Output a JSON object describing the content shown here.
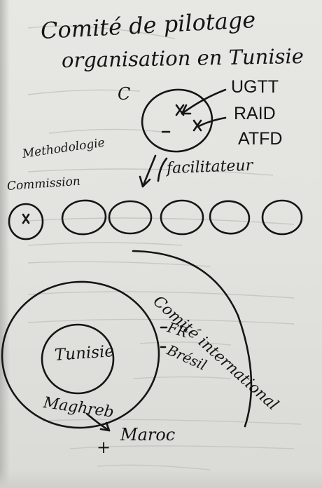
{
  "title": {
    "line1": "Comité de pilotage",
    "line2": "organisation en Tunisie"
  },
  "pilot_circle": {
    "left_mark": "C",
    "organizations": [
      "UGTT",
      "RAID",
      "ATFD"
    ]
  },
  "facilitator_label": "facilitateur",
  "methodology_label": "Methodologie",
  "commission_label": "Commission",
  "commission_circles_count": 6,
  "international": {
    "label": "Comité international",
    "members": [
      "FR",
      "Brésil"
    ]
  },
  "nested_circles": {
    "inner": "Tunisie",
    "outer": "Maghreb",
    "plus": "+",
    "extra": "Maroc"
  }
}
